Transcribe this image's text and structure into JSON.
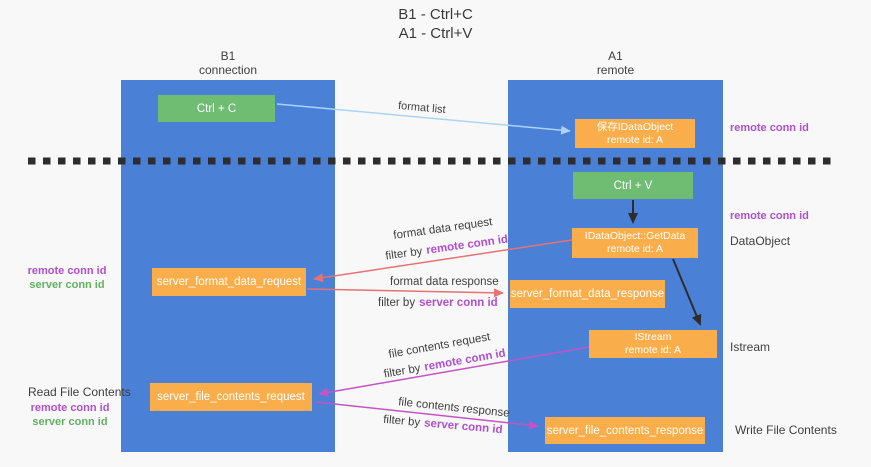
{
  "title": {
    "line1": "B1 - Ctrl+C",
    "line2": "A1 - Ctrl+V"
  },
  "lanes": {
    "left": {
      "name": "B1",
      "sub": "connection"
    },
    "right": {
      "name": "A1",
      "sub": "remote"
    }
  },
  "nodes": {
    "ctrl_c": "Ctrl + C",
    "ctrl_v": "Ctrl + V",
    "save_dataobject": {
      "line1": "保存IDataObject",
      "line2": "remote id: A"
    },
    "getdata": {
      "line1": "IDataObject::GetData",
      "line2": "remote id: A"
    },
    "istream": {
      "line1": "IStream",
      "line2": "remote id: A"
    },
    "format_request": "server_format_data_request",
    "format_response": "server_format_data_response",
    "file_request": "server_file_contents_request",
    "file_response": "server_file_contents_response"
  },
  "edges": {
    "format_list": "format list",
    "format_request": {
      "label": "format data request",
      "filter_prefix": "filter by",
      "filter_key": "remote conn id"
    },
    "format_response": {
      "label": "format data response",
      "filter_prefix": "filter by",
      "filter_key": "server conn id"
    },
    "file_request": {
      "label": "file contents request",
      "filter_prefix": "filter by",
      "filter_key": "remote conn id"
    },
    "file_response": {
      "label": "file contents response",
      "filter_prefix": "filter by",
      "filter_key": "server conn id"
    }
  },
  "annotations": {
    "remote_conn_id_top": "remote conn id",
    "remote_conn_id_mid": "remote conn id",
    "dataobject": "DataObject",
    "istream": "Istream",
    "write_file_contents": "Write File Contents",
    "read_file_contents": "Read File Contents",
    "format_left": {
      "remote": "remote conn id",
      "server": "server conn id"
    },
    "file_left": {
      "remote": "remote conn id",
      "server": "server conn id"
    }
  },
  "colors": {
    "lane_blue": "#4a80d6",
    "node_green": "#6fbd72",
    "node_orange": "#f9ae4b",
    "arrow_lightblue": "#aad4f5",
    "arrow_black": "#2d2d2d",
    "arrow_red": "#e87272",
    "arrow_magenta": "#c553c5",
    "text_purple": "#b04fcf",
    "text_green": "#62b162"
  }
}
